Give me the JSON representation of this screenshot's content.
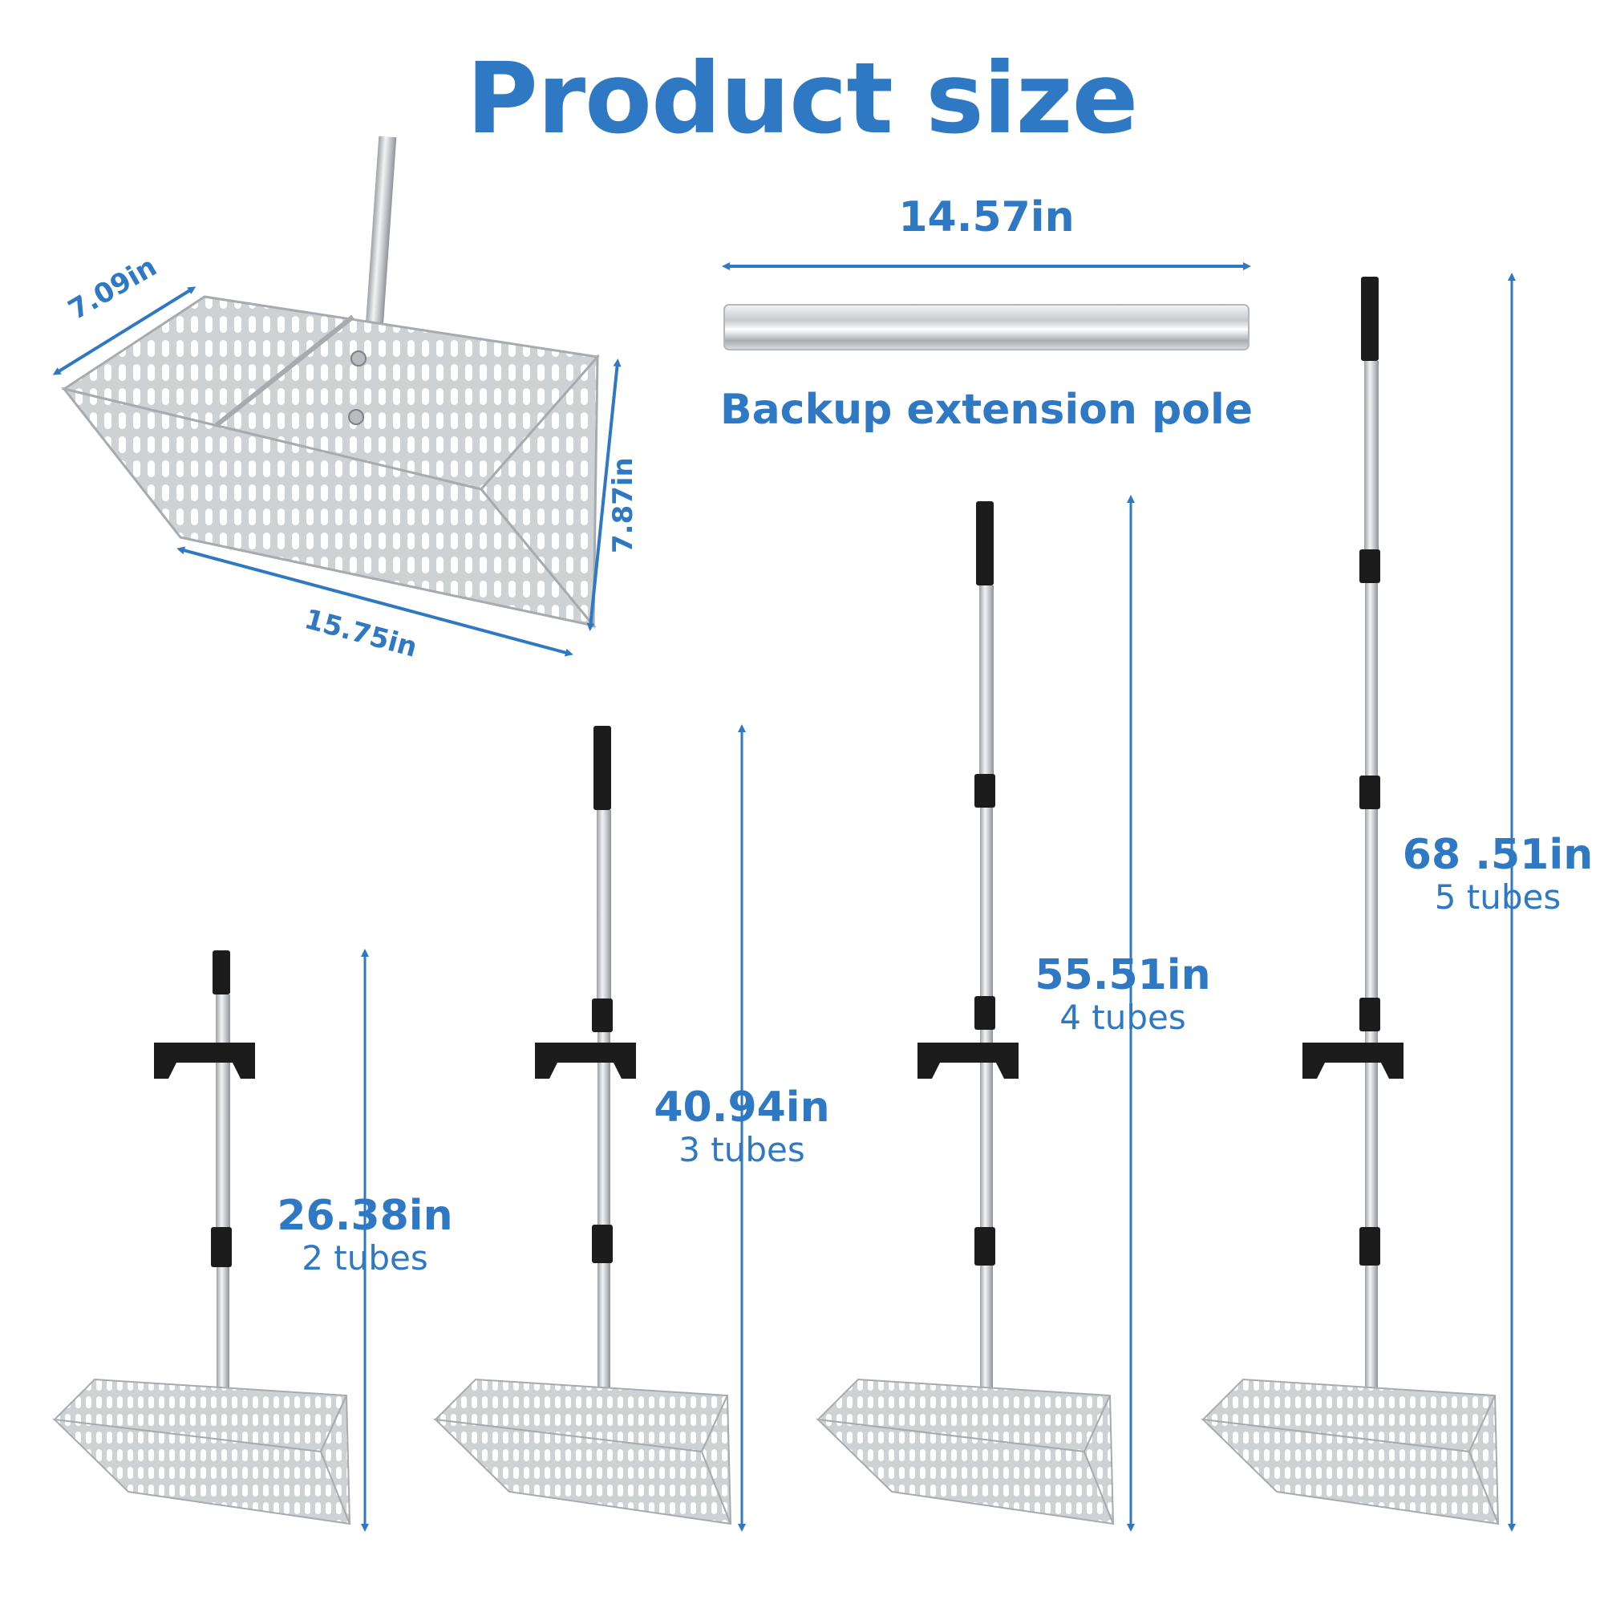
{
  "title": "Product size",
  "colors": {
    "accent": "#2f78c4",
    "metal": "#c9ccd0",
    "handle": "#1c1c1c"
  },
  "basket_dimensions": {
    "depth": "7.09in",
    "height": "7.87in",
    "width": "15.75in"
  },
  "extension_pole": {
    "length": "14.57in",
    "label": "Backup extension pole"
  },
  "configurations": [
    {
      "length": "26.38in",
      "tubes": "2 tubes"
    },
    {
      "length": "40.94in",
      "tubes": "3 tubes"
    },
    {
      "length": "55.51in",
      "tubes": "4 tubes"
    },
    {
      "length": "68 .51in",
      "tubes": "5 tubes"
    }
  ]
}
